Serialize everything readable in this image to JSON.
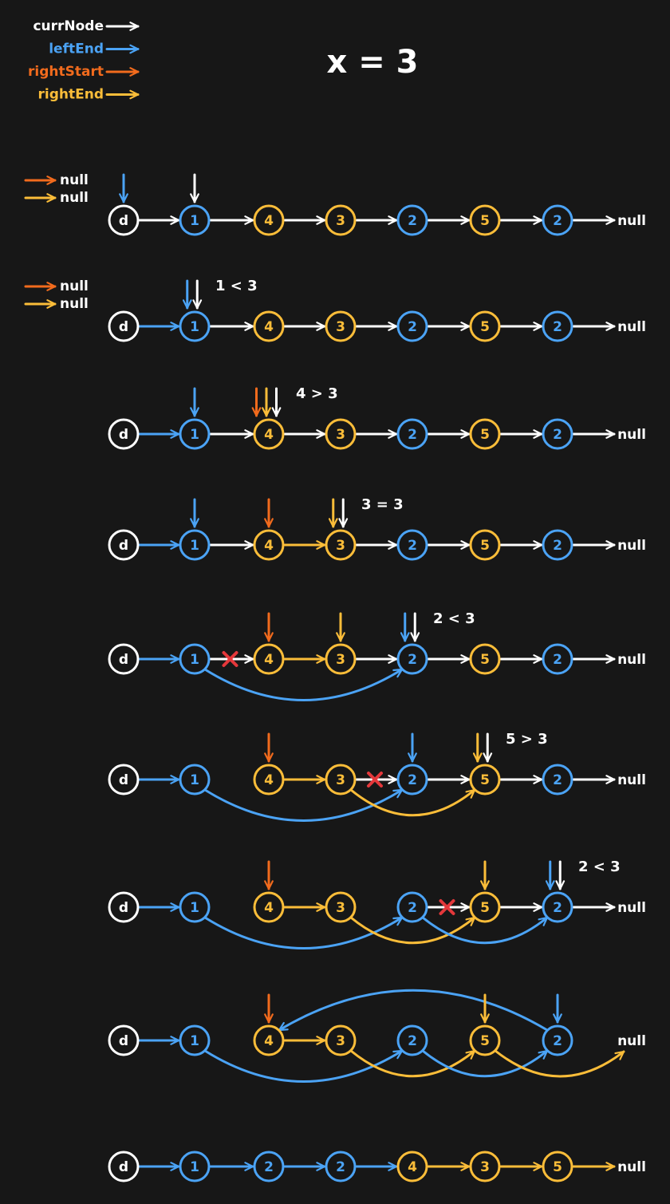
{
  "title": "x = 3",
  "colors": {
    "white": "#ffffff",
    "blue": "#4ba3f5",
    "orange": "#f26b1d",
    "yellow": "#fbbd39",
    "red": "#e5383b",
    "background": "#171717"
  },
  "legend": [
    {
      "label": "currNode",
      "color": "white"
    },
    {
      "label": "leftEnd",
      "color": "blue"
    },
    {
      "label": "rightStart",
      "color": "orange"
    },
    {
      "label": "rightEnd",
      "color": "yellow"
    }
  ],
  "null_label": "null",
  "rows": [
    {
      "nodes": [
        {
          "v": "d",
          "c": "white"
        },
        {
          "v": "1",
          "c": "blue"
        },
        {
          "v": "4",
          "c": "yellow"
        },
        {
          "v": "3",
          "c": "yellow"
        },
        {
          "v": "2",
          "c": "blue"
        },
        {
          "v": "5",
          "c": "yellow"
        },
        {
          "v": "2",
          "c": "blue"
        }
      ],
      "links": [
        "white",
        "white",
        "white",
        "white",
        "white",
        "white",
        "white"
      ],
      "pointers": [
        {
          "n": 0,
          "cs": [
            "blue"
          ]
        },
        {
          "n": 1,
          "cs": [
            "white"
          ]
        }
      ],
      "side": [
        "null",
        "null"
      ],
      "comparison": ""
    },
    {
      "nodes": [
        {
          "v": "d",
          "c": "white"
        },
        {
          "v": "1",
          "c": "blue"
        },
        {
          "v": "4",
          "c": "yellow"
        },
        {
          "v": "3",
          "c": "yellow"
        },
        {
          "v": "2",
          "c": "blue"
        },
        {
          "v": "5",
          "c": "yellow"
        },
        {
          "v": "2",
          "c": "blue"
        }
      ],
      "links": [
        "blue",
        "white",
        "white",
        "white",
        "white",
        "white",
        "white"
      ],
      "pointers": [
        {
          "n": 1,
          "cs": [
            "blue",
            "white"
          ]
        }
      ],
      "side": [
        "null",
        "null"
      ],
      "comparison": "1 < 3"
    },
    {
      "nodes": [
        {
          "v": "d",
          "c": "white"
        },
        {
          "v": "1",
          "c": "blue"
        },
        {
          "v": "4",
          "c": "yellow"
        },
        {
          "v": "3",
          "c": "yellow"
        },
        {
          "v": "2",
          "c": "blue"
        },
        {
          "v": "5",
          "c": "yellow"
        },
        {
          "v": "2",
          "c": "blue"
        }
      ],
      "links": [
        "blue",
        "white",
        "white",
        "white",
        "white",
        "white",
        "white"
      ],
      "pointers": [
        {
          "n": 1,
          "cs": [
            "blue"
          ]
        },
        {
          "n": 2,
          "cs": [
            "orange",
            "yellow",
            "white"
          ]
        }
      ],
      "comparison": "4 > 3"
    },
    {
      "nodes": [
        {
          "v": "d",
          "c": "white"
        },
        {
          "v": "1",
          "c": "blue"
        },
        {
          "v": "4",
          "c": "yellow"
        },
        {
          "v": "3",
          "c": "yellow"
        },
        {
          "v": "2",
          "c": "blue"
        },
        {
          "v": "5",
          "c": "yellow"
        },
        {
          "v": "2",
          "c": "blue"
        }
      ],
      "links": [
        "blue",
        "white",
        "yellow",
        "white",
        "white",
        "white",
        "white"
      ],
      "pointers": [
        {
          "n": 1,
          "cs": [
            "blue"
          ]
        },
        {
          "n": 2,
          "cs": [
            "orange"
          ]
        },
        {
          "n": 3,
          "cs": [
            "yellow",
            "white"
          ]
        }
      ],
      "comparison": "3 = 3"
    },
    {
      "nodes": [
        {
          "v": "d",
          "c": "white"
        },
        {
          "v": "1",
          "c": "blue"
        },
        {
          "v": "4",
          "c": "yellow"
        },
        {
          "v": "3",
          "c": "yellow"
        },
        {
          "v": "2",
          "c": "blue"
        },
        {
          "v": "5",
          "c": "yellow"
        },
        {
          "v": "2",
          "c": "blue"
        }
      ],
      "links": [
        "blue",
        "white-x",
        "yellow",
        "white",
        "white",
        "white",
        "white"
      ],
      "curves": [
        {
          "from": 1,
          "to": 4,
          "c": "blue",
          "depth": 1
        }
      ],
      "pointers": [
        {
          "n": 2,
          "cs": [
            "orange"
          ]
        },
        {
          "n": 3,
          "cs": [
            "yellow"
          ]
        },
        {
          "n": 4,
          "cs": [
            "blue",
            "white"
          ]
        }
      ],
      "comparison": "2 < 3"
    },
    {
      "nodes": [
        {
          "v": "d",
          "c": "white"
        },
        {
          "v": "1",
          "c": "blue"
        },
        {
          "v": "4",
          "c": "yellow"
        },
        {
          "v": "3",
          "c": "yellow"
        },
        {
          "v": "2",
          "c": "blue"
        },
        {
          "v": "5",
          "c": "yellow"
        },
        {
          "v": "2",
          "c": "blue"
        }
      ],
      "links": [
        "blue",
        "",
        "yellow",
        "white-x",
        "white",
        "white",
        "white"
      ],
      "curves": [
        {
          "from": 1,
          "to": 4,
          "c": "blue",
          "depth": 1
        },
        {
          "from": 3,
          "to": 5,
          "c": "yellow",
          "depth": 0.85
        }
      ],
      "pointers": [
        {
          "n": 2,
          "cs": [
            "orange"
          ]
        },
        {
          "n": 4,
          "cs": [
            "blue"
          ]
        },
        {
          "n": 5,
          "cs": [
            "yellow",
            "white"
          ]
        }
      ],
      "comparison": "5 > 3"
    },
    {
      "nodes": [
        {
          "v": "d",
          "c": "white"
        },
        {
          "v": "1",
          "c": "blue"
        },
        {
          "v": "4",
          "c": "yellow"
        },
        {
          "v": "3",
          "c": "yellow"
        },
        {
          "v": "2",
          "c": "blue"
        },
        {
          "v": "5",
          "c": "yellow"
        },
        {
          "v": "2",
          "c": "blue"
        }
      ],
      "links": [
        "blue",
        "",
        "yellow",
        "",
        "white-x",
        "white",
        "white"
      ],
      "curves": [
        {
          "from": 1,
          "to": 4,
          "c": "blue",
          "depth": 1
        },
        {
          "from": 3,
          "to": 5,
          "c": "yellow",
          "depth": 0.85
        },
        {
          "from": 4,
          "to": 6,
          "c": "blue",
          "depth": 0.85
        }
      ],
      "pointers": [
        {
          "n": 2,
          "cs": [
            "orange"
          ]
        },
        {
          "n": 5,
          "cs": [
            "yellow"
          ]
        },
        {
          "n": 6,
          "cs": [
            "blue",
            "white"
          ]
        }
      ],
      "comparison": "2 < 3"
    },
    {
      "nodes": [
        {
          "v": "d",
          "c": "white"
        },
        {
          "v": "1",
          "c": "blue"
        },
        {
          "v": "4",
          "c": "yellow"
        },
        {
          "v": "3",
          "c": "yellow"
        },
        {
          "v": "2",
          "c": "blue"
        },
        {
          "v": "5",
          "c": "yellow"
        },
        {
          "v": "2",
          "c": "blue"
        }
      ],
      "links": [
        "blue",
        "",
        "yellow",
        "",
        "",
        "",
        ""
      ],
      "curves": [
        {
          "from": 1,
          "to": 4,
          "c": "blue",
          "depth": 1
        },
        {
          "from": 3,
          "to": 5,
          "c": "yellow",
          "depth": 0.85
        },
        {
          "from": 4,
          "to": 6,
          "c": "blue",
          "depth": 0.85
        },
        {
          "from": 5,
          "to": 7,
          "c": "yellow",
          "depth": 0.85
        },
        {
          "from": 6,
          "to": 2,
          "c": "blue",
          "depth": -1.25
        }
      ],
      "pointers": [
        {
          "n": 2,
          "cs": [
            "orange"
          ]
        },
        {
          "n": 5,
          "cs": [
            "yellow"
          ]
        },
        {
          "n": 6,
          "cs": [
            "blue"
          ]
        }
      ],
      "comparison": ""
    },
    {
      "nodes": [
        {
          "v": "d",
          "c": "white"
        },
        {
          "v": "1",
          "c": "blue"
        },
        {
          "v": "2",
          "c": "blue"
        },
        {
          "v": "2",
          "c": "blue"
        },
        {
          "v": "4",
          "c": "yellow"
        },
        {
          "v": "3",
          "c": "yellow"
        },
        {
          "v": "5",
          "c": "yellow"
        }
      ],
      "links": [
        "blue",
        "blue",
        "blue",
        "blue",
        "yellow",
        "yellow",
        "yellow"
      ],
      "pointers": [],
      "comparison": ""
    }
  ]
}
